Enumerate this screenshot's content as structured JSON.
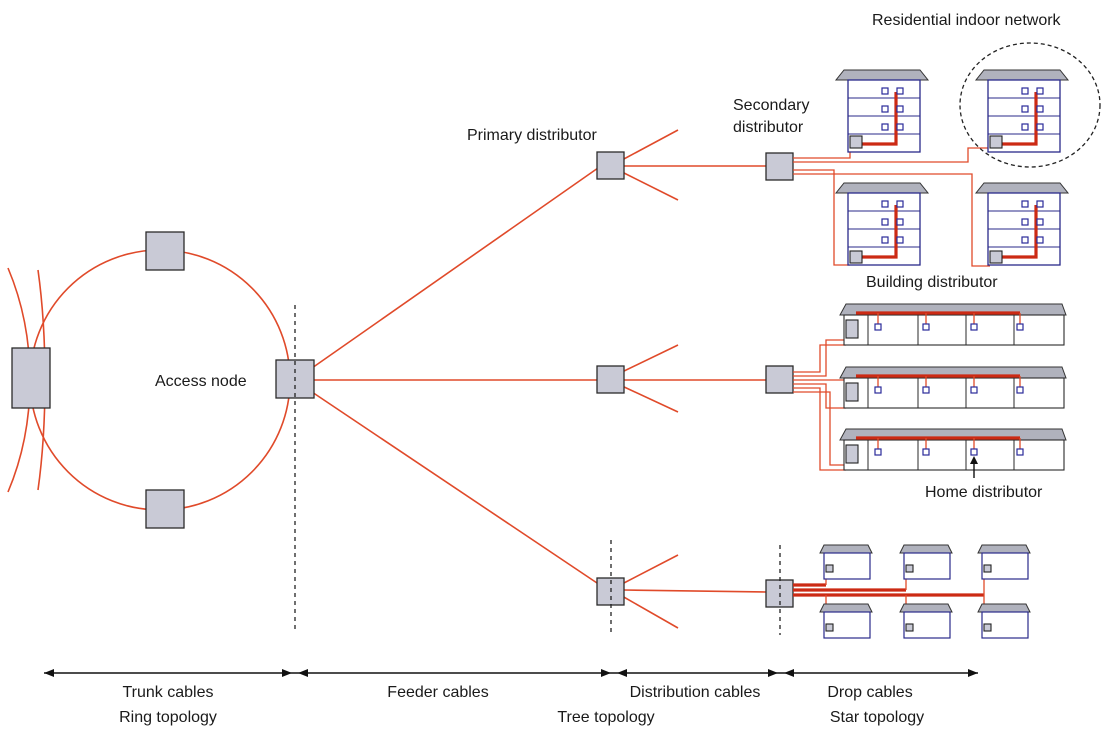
{
  "labels": {
    "residential_indoor_network": "Residential indoor network",
    "secondary_distributor_line1": "Secondary",
    "secondary_distributor_line2": "distributor",
    "primary_distributor": "Primary distributor",
    "building_distributor": "Building distributor",
    "access_node": "Access node",
    "home_distributor": "Home distributor"
  },
  "segments": [
    {
      "cable": "Trunk cables",
      "topology": "Ring topology"
    },
    {
      "cable": "Feeder cables",
      "topology": ""
    },
    {
      "cable": "Distribution cables",
      "topology": "Tree topology"
    },
    {
      "cable": "Drop cables",
      "topology": "Star topology"
    }
  ],
  "colors": {
    "cable": "#e04a2a",
    "node_fill": "#c9cad6",
    "building_outline": "#2a2a8a"
  }
}
